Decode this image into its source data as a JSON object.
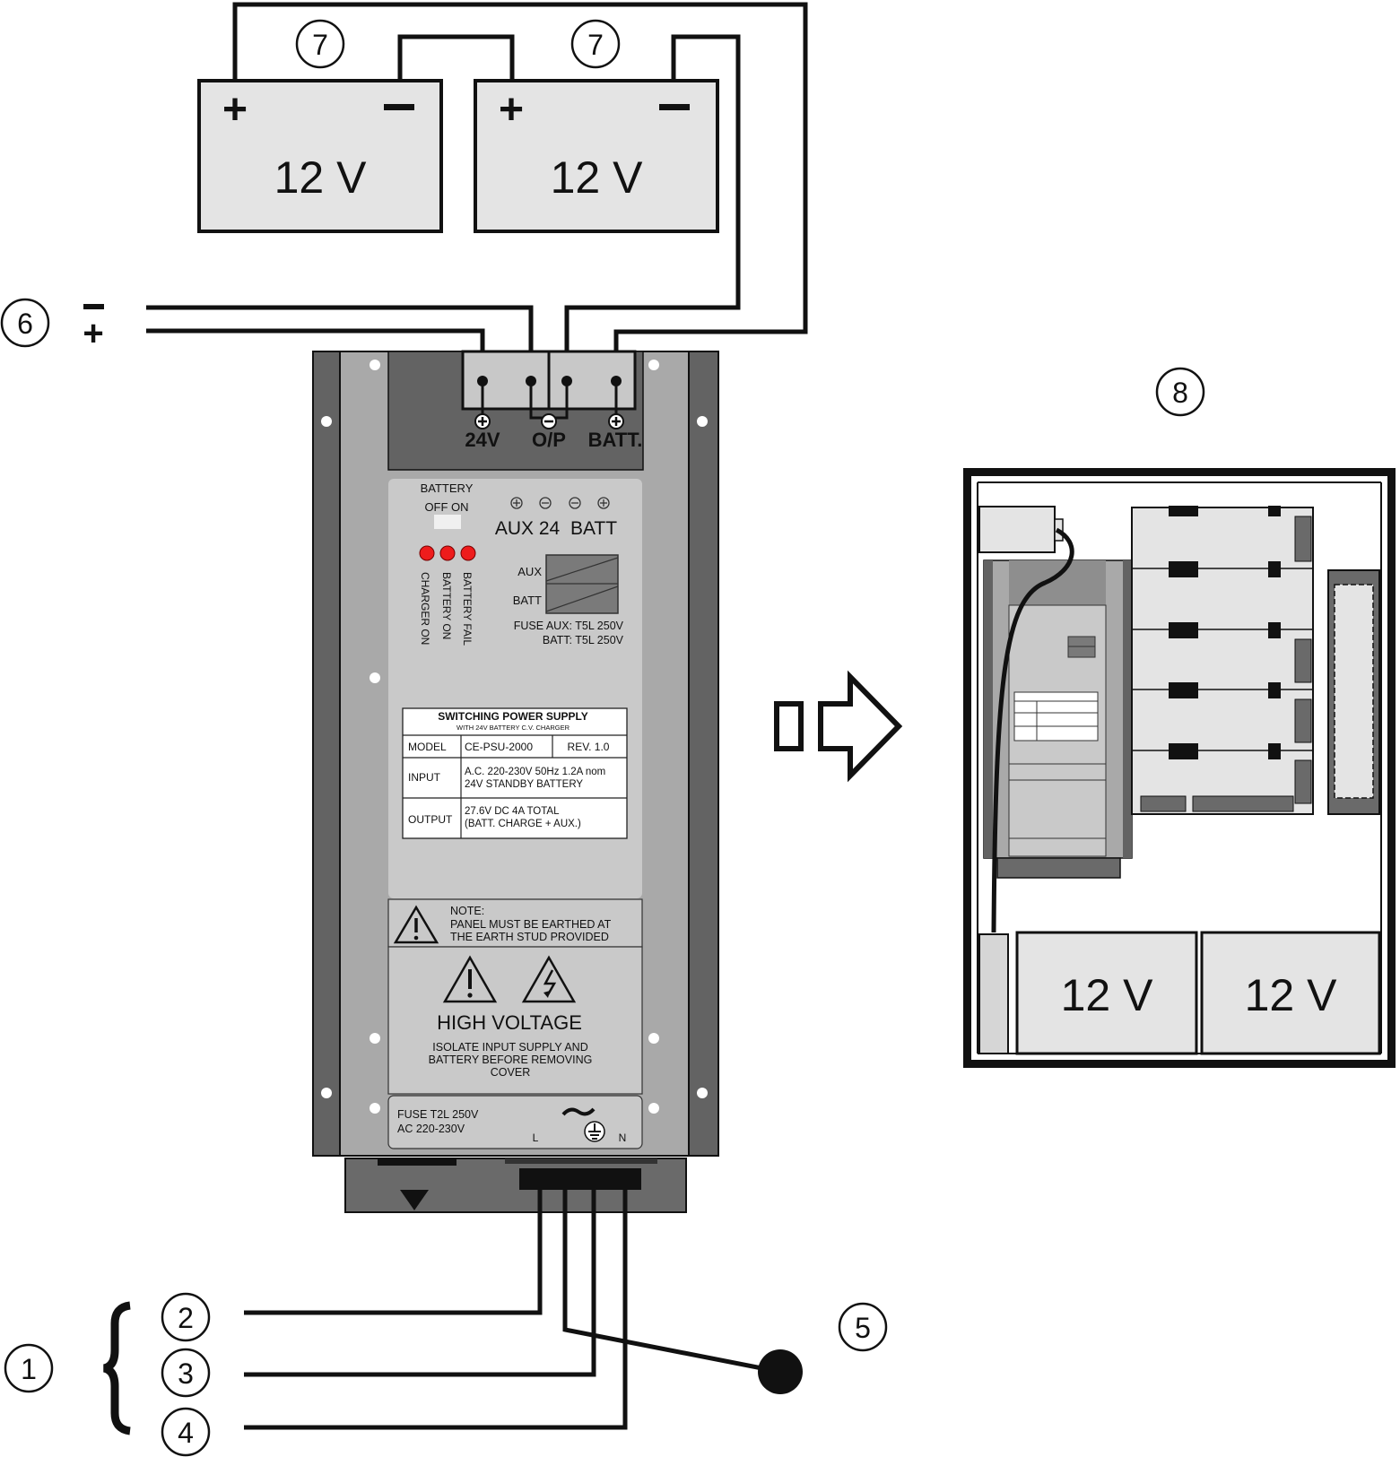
{
  "callouts": {
    "c1": "1",
    "c2": "2",
    "c3": "3",
    "c4": "4",
    "c5": "5",
    "c6": "6",
    "c7a": "7",
    "c7b": "7",
    "c8": "8"
  },
  "batteries": {
    "left_label": "12 V",
    "right_label": "12 V",
    "plus": "+",
    "minus": "−"
  },
  "dc_input": {
    "minus": "−",
    "plus": "+"
  },
  "terminals": {
    "t24": "24V",
    "top": "O/P",
    "batt": "BATT."
  },
  "panel": {
    "battery_switch": "BATTERY",
    "off_on": "OFF  ON",
    "aux_24": "AUX  24",
    "batt": "BATT",
    "leds": [
      "CHARGER ON",
      "BATTERY ON",
      "BATTERY FAIL"
    ],
    "fuse_aux_label": "AUX",
    "fuse_batt_label": "BATT",
    "fuse_aux": "FUSE AUX: T5L 250V",
    "fuse_batt": "BATT: T5L 250V"
  },
  "nameplate": {
    "title": "SWITCHING POWER SUPPLY",
    "subtitle": "WITH 24V BATTERY C.V. CHARGER",
    "model_label": "MODEL",
    "model": "CE-PSU-2000",
    "rev": "REV. 1.0",
    "input_label": "INPUT",
    "input_1": "A.C. 220-230V 50Hz 1.2A nom",
    "input_2": "24V STANDBY BATTERY",
    "output_label": "OUTPUT",
    "output_1": "27.6V DC 4A TOTAL",
    "output_2": "(BATT. CHARGE + AUX.)"
  },
  "note": {
    "l1": "NOTE:",
    "l2": "PANEL MUST BE EARTHED AT",
    "l3": "THE EARTH STUD PROVIDED"
  },
  "warning": {
    "title": "HIGH VOLTAGE",
    "l1": "ISOLATE INPUT SUPPLY AND",
    "l2": "BATTERY BEFORE REMOVING",
    "l3": "COVER"
  },
  "mains": {
    "fuse": "FUSE T2L 250V",
    "ac": "AC 220-230V",
    "l": "L",
    "n": "N"
  },
  "cabinet": {
    "batt_left": "12 V",
    "batt_right": "12 V"
  }
}
